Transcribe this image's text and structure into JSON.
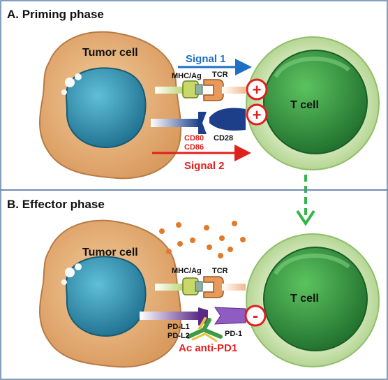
{
  "colors": {
    "panel_border": "#5b7fa8",
    "signal1": "#1f6fc5",
    "signal2": "#e0201d",
    "tcell_outer": "#cfe4b4",
    "tcell_inner": "#2f8a3e",
    "tumor": "#e5b07c",
    "nucleus": "#2e8fb0",
    "cytokine": "#e07a2c",
    "transition_arrow": "#33b54a"
  },
  "panel_a": {
    "title": "A. Priming phase",
    "tumor_label": "Tumor cell",
    "tcell_label": "T cell",
    "signal1_label": "Signal 1",
    "signal2_label": "Signal 2",
    "mhc_label": "MHC/Ag",
    "tcr_label": "TCR",
    "cd80_label": "CD80",
    "cd86_label": "CD86",
    "cd28_label": "CD28",
    "plus_symbol": "+"
  },
  "panel_b": {
    "title": "B. Effector phase",
    "tumor_label": "Tumor cell",
    "tcell_label": "T cell",
    "mhc_label": "MHC/Ag",
    "tcr_label": "TCR",
    "pdl1_label": "PD-L1",
    "pdl2_label": "PD-L2",
    "pd1_label": "PD-1",
    "antibody_label": "Ac anti-PD1",
    "minus_symbol": "-"
  },
  "icons": [
    "tumor-cell-icon",
    "t-cell-icon",
    "mhc-receptor-icon",
    "tcr-receptor-icon",
    "cd80-ligand-icon",
    "cd28-receptor-icon",
    "pd-l1-ligand-icon",
    "pd-1-receptor-icon",
    "antibody-icon",
    "cytokine-dot-icon"
  ]
}
